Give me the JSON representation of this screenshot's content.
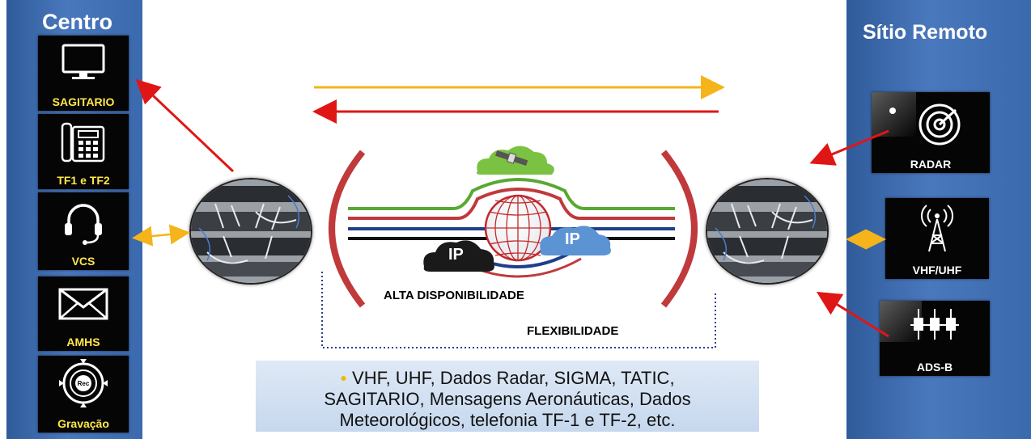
{
  "centro": {
    "title": "Centro",
    "items": [
      {
        "label": "SAGITARIO",
        "icon": "monitor-icon"
      },
      {
        "label": "TF1 e TF2",
        "icon": "telephone-icon"
      },
      {
        "label": "VCS",
        "icon": "headset-icon"
      },
      {
        "label": "AMHS",
        "icon": "envelope-icon"
      },
      {
        "label": "Gravação",
        "icon": "record-icon"
      }
    ]
  },
  "sitio_remoto": {
    "title": "Sítio Remoto",
    "items": [
      {
        "label": "RADAR",
        "icon": "radar-icon"
      },
      {
        "label": "VHF/UHF",
        "icon": "antenna-tower-icon"
      },
      {
        "label": "ADS-B",
        "icon": "adsb-antennas-icon"
      }
    ]
  },
  "network": {
    "ip_left": "IP",
    "ip_right": "IP",
    "alta_disponibilidade": "ALTA DISPONIBILIDADE",
    "flexibilidade": "FLEXIBILIDADE"
  },
  "info": {
    "line1": "VHF, UHF, Dados Radar, SIGMA, TATIC,",
    "line2": "SAGITARIO,  Mensagens Aeronáuticas,  Dados",
    "line3": "Meteorológicos, telefonia TF-1 e TF-2, etc."
  },
  "colors": {
    "panel_blue": "#3b69ad",
    "label_yellow": "#ffe84a",
    "arrow_red": "#e01616",
    "arrow_orange": "#f5b41a",
    "arc_red": "#c0393b",
    "line_green": "#5aa832",
    "line_blue": "#1f3f8a"
  }
}
